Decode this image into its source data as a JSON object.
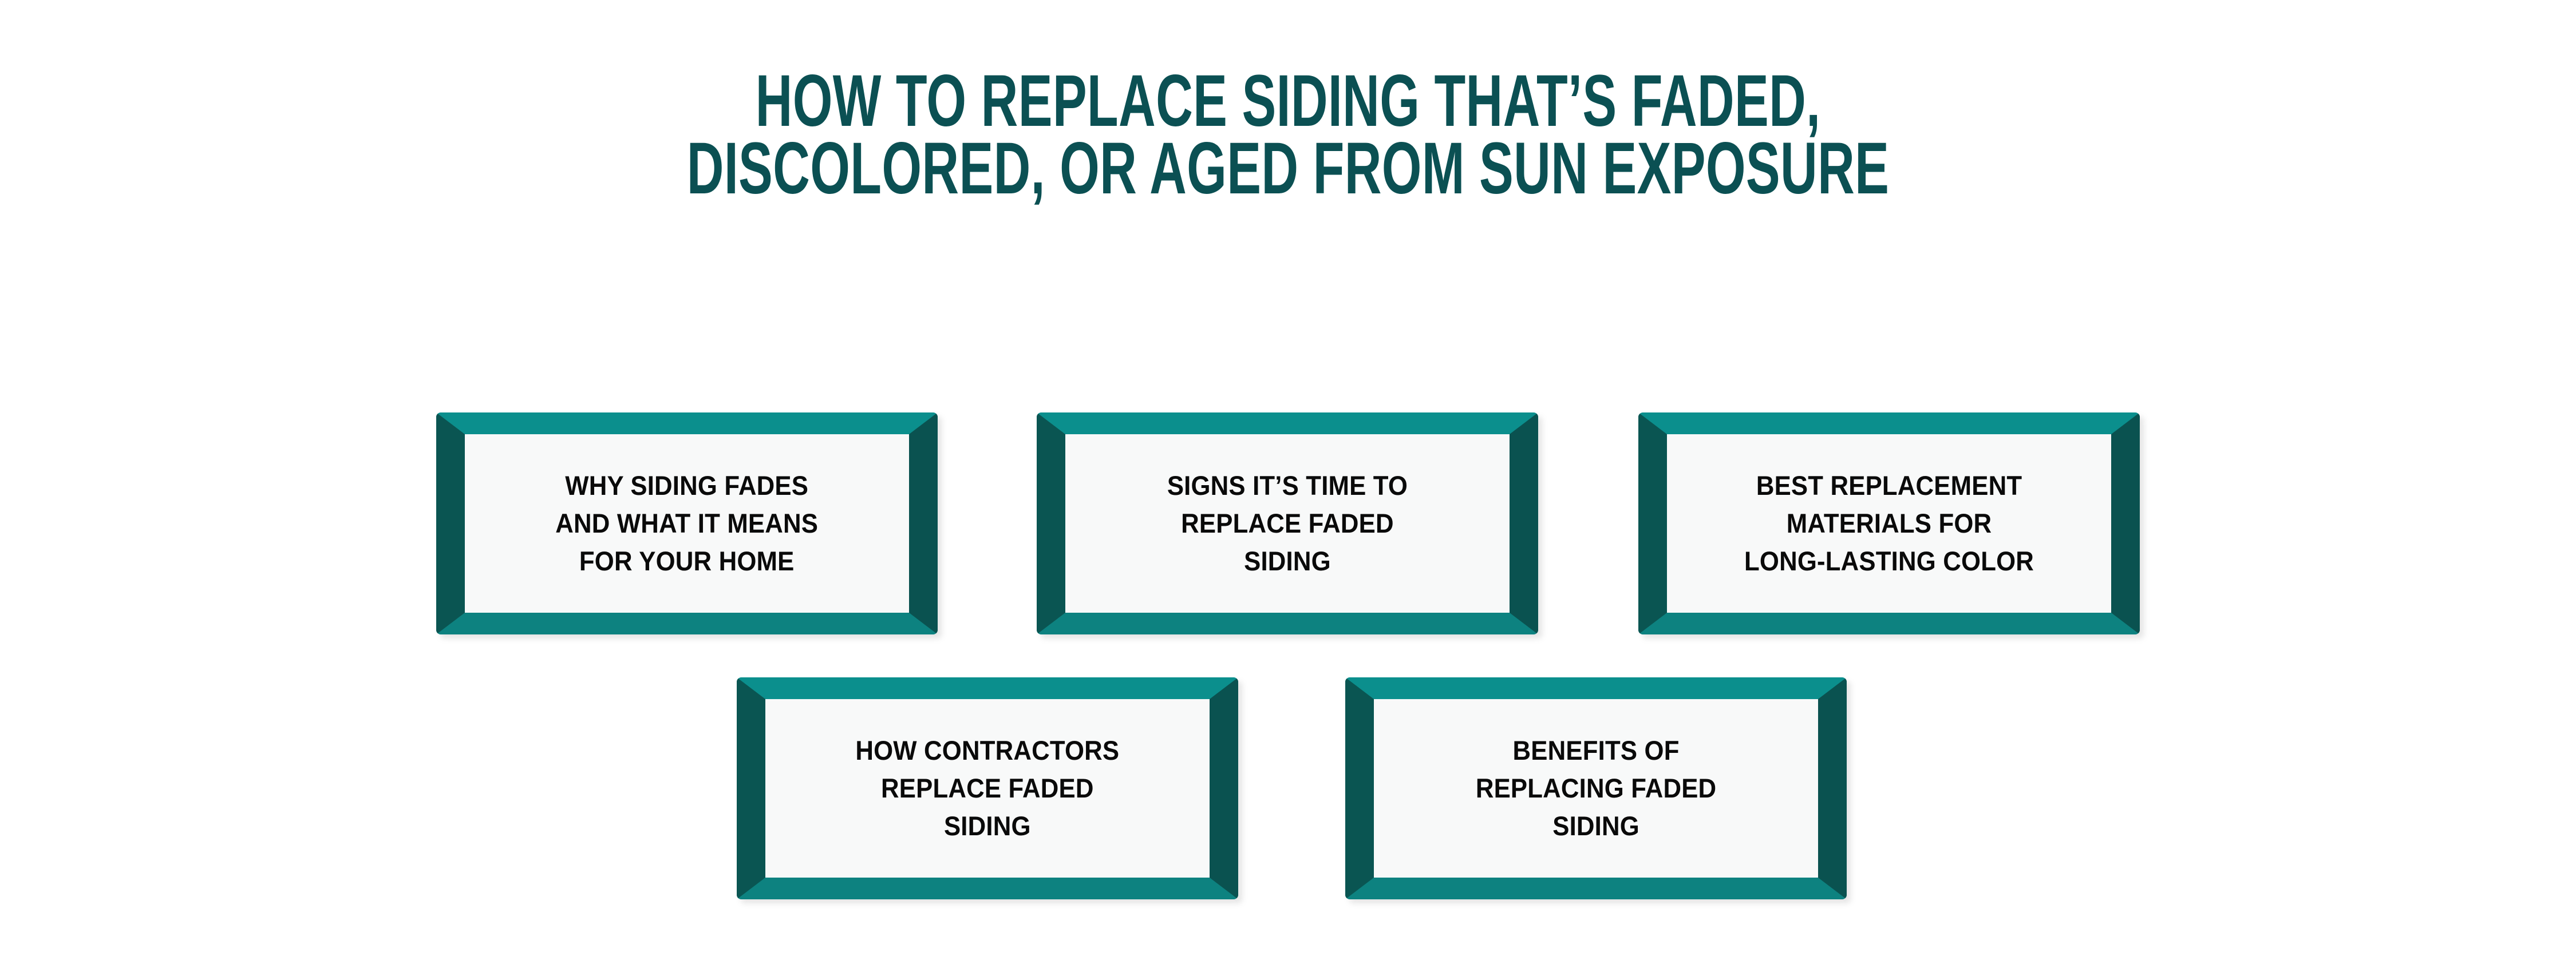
{
  "page": {
    "background_color": "#ffffff",
    "title": {
      "lines": [
        "HOW TO REPLACE SIDING THAT’S FADED,",
        "DISCOLORED, OR AGED FROM SUN EXPOSURE"
      ],
      "color": "#0b5053"
    },
    "palette": {
      "title_teal": "#0b5053",
      "frame_top_teal": "#0b8f8d",
      "frame_bottom_teal": "#0d8280",
      "frame_side_teal": "#0a5552",
      "panel_white": "#f8f9f9",
      "label_black": "#0a0a0a"
    },
    "rows": [
      {
        "name": "top-row",
        "boxes": [
          {
            "label": "WHY SIDING FADES\nAND WHAT IT MEANS\nFOR YOUR HOME"
          },
          {
            "label": "SIGNS IT’S TIME TO\nREPLACE FADED\nSIDING"
          },
          {
            "label": "BEST REPLACEMENT\nMATERIALS FOR\nLONG-LASTING COLOR"
          }
        ]
      },
      {
        "name": "bottom-row",
        "boxes": [
          {
            "label": "HOW CONTRACTORS\nREPLACE FADED\nSIDING"
          },
          {
            "label": "BENEFITS OF\nREPLACING FADED\nSIDING"
          }
        ]
      }
    ]
  }
}
